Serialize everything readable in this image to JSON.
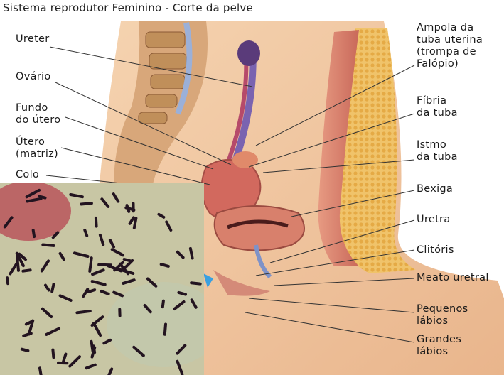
{
  "title": "Sistema reprodutor Feminino - Corte da pelve",
  "labels_left": {
    "ureter": "Ureter",
    "ovario": "Ovário",
    "fundo": "Fundo\ndo útero",
    "utero": "Útero\n(matriz)",
    "colo": "Colo"
  },
  "labels_right": {
    "ampola": "Ampola da\ntuba uterina\n(trompa de\nFalópio)",
    "fibria": "Fíbria\nda tuba",
    "istmo": "Istmo\nda tuba",
    "bexiga": "Bexiga",
    "uretra": "Uretra",
    "clitoris": "Clitóris",
    "meato": "Meato uretral",
    "pequenos": "Pequenos\nlábios",
    "grandes": "Grandes\nlábios"
  },
  "colors": {
    "skin": "#f2c7a0",
    "muscle": "#d9826a",
    "fat": "#e8b85a",
    "micro_bg": "#c9c8a8",
    "rod": "#2a1a2a"
  }
}
